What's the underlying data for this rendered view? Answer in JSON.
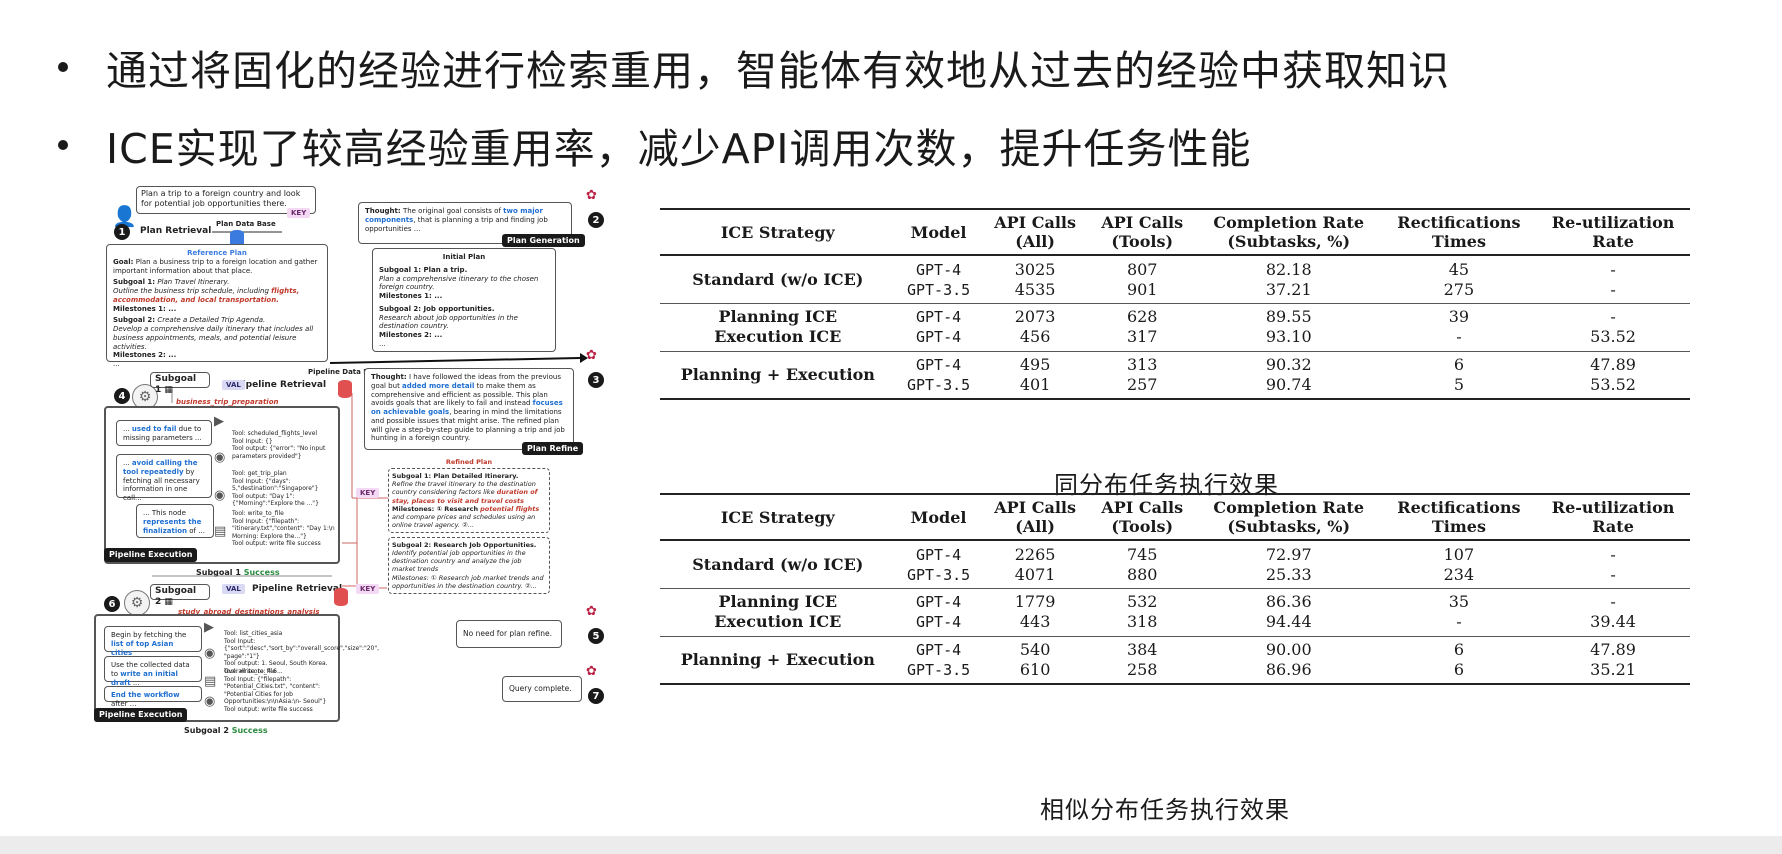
{
  "bullets": [
    "通过将固化的经验进行检索重用，智能体有效地从过去的经验中获取知识",
    "ICE实现了较高经验重用率，减少API调用次数，提升任务性能"
  ],
  "figure": {
    "query": "Plan a trip to a foreign country and look for potential job opportunities there.",
    "key": "KEY",
    "val": "VAL",
    "plan_data_base": "Plan Data Base",
    "plan_retrieval": "Plan Retrieval",
    "reference_plan_title": "Reference Plan",
    "ref_goal_label": "Goal:",
    "ref_goal": "Plan a business trip to a foreign location and gather important information about that place.",
    "ref_sub1_label": "Subgoal 1:",
    "ref_sub1_title": "Plan Travel Itinerary.",
    "ref_sub1_text": "Outline the business trip schedule, including",
    "ref_sub1_red": "flights, accommodation, and local transportation.",
    "ref_milestones1": "Milestones 1: ...",
    "ref_sub2_label": "Subgoal 2:",
    "ref_sub2_title": "Create a Detailed Trip Agenda.",
    "ref_sub2_text": "Develop a comprehensive daily itinerary that includes all business appointments, meals, and potential leisure activities.",
    "ref_milestones2": "Milestones 2: ...",
    "ellipsis": "...",
    "thought1_label": "Thought:",
    "thought1_a": "The original goal consists of",
    "thought1_blue": "two major components",
    "thought1_b": ", that is planning a trip and finding job opportunities ...",
    "plan_generation": "Plan Generation",
    "initial_plan_title": "Initial Plan",
    "init_sub1": "Subgoal 1: Plan a trip.",
    "init_sub1_text": "Plan a comprehensive itinerary to the chosen foreign country.",
    "init_milestones1": "Milestones 1: ...",
    "init_sub2": "Subgoal 2: Job opportunities.",
    "init_sub2_text": "Research about job opportunities in the destination country.",
    "init_milestones2": "Milestones 2: ...",
    "pipeline_data_base": "Pipeline Data Base",
    "pipeline_retrieval": "Pipeline Retrieval",
    "thought2_label": "Thought:",
    "thought2_a": "I have followed the ideas from the previous goal but",
    "thought2_blue1": "added more detail",
    "thought2_b": "to make them as comprehensive and efficient as possible. This plan avoids goals that are likely to fail and instead",
    "thought2_blue2": "focuses on achievable goals",
    "thought2_c": ", bearing in mind the limitations and possible issues that might arise. The refined plan will give a step-by-step guide to planning a trip and job hunting in a foreign country.",
    "plan_refine": "Plan Refine",
    "refined_plan_title": "Refined Plan",
    "ref2_sub1": "Subgoal 1: Plan Detailed Itinerary.",
    "ref2_sub1_text": "Refine the travel itinerary to the destination country considering factors like",
    "ref2_sub1_red": "duration of stay, places to visit and travel costs",
    "ref2_milestones1": "Milestones: ① Research",
    "ref2_milestones1_red": "potential flights",
    "ref2_milestones1_b": "and compare prices and schedules using an online travel agency. ②...",
    "ref2_sub2": "Subgoal 2: Research Job Opportunities.",
    "ref2_sub2_text": "Identify potential job opportunities in the destination country and analyze the job market trends",
    "ref2_milestones2": "Milestones: ① Research job market trends and opportunities in the destination country. ②...",
    "subgoal1": "Subgoal 1",
    "subgoal1_name": "business_trip_preparation",
    "bubble1a_blue": "used to fail",
    "bubble1a_b": "due to missing parameters ...",
    "bubble1b_blue": "avoid calling the tool repeatedly",
    "bubble1b_b": "by fetching all necessary information in one call...",
    "bubble1c_a": "... This node",
    "bubble1c_blue": "represents the finalization",
    "bubble1c_b": "of ...",
    "tool1": "Tool: scheduled_flights_level\nTool Input: {}\nTool output: {\"error\": \"No input parameters provided\"}",
    "tool2": "Tool: get_trip_plan\nTool Input: {\"days\": 5,\"destination\":\"Singapore\"}\nTool output: \"Day 1\": {\"Morning\":\"Explore the ...\"}",
    "tool3": "Tool: write_to_file\nTool Input: {\"filepath\": \"itinerary.txt\",\"content\": \"Day 1:\\n Morning: Explore the...\"}\nTool output: write file success",
    "pipeline_execution": "Pipeline Execution",
    "subgoal1_success_a": "Subgoal 1",
    "subgoal1_success_b": "Success",
    "subgoal2": "Subgoal 2",
    "subgoal2_name": "study_abroad_destinations_analysis",
    "bubble2a_a": "Begin by fetching the",
    "bubble2a_blue": "list of top Asian cities",
    "bubble2b_a": "Use the collected data to",
    "bubble2b_blue": "write an initial draft",
    "bubble2b_b": "...",
    "bubble2c_blue": "End the workflow",
    "bubble2c_b": "after ...",
    "tool4": "Tool: list_cities_asia\nTool Input: {\"sort\":\"desc\",\"sort_by\":\"overall_score\",\"size\":\"20\", \"page\":\"1\"}\nTool output: 1. Seoul, South Korea. Overall score: 4.6...",
    "tool5": "Tool: write_to_file\nTool Input: {\"filepath\": \"Potential_Cities.txt\", \"content\": \"Potential Cities for Job Opportunities:\\n\\nAsia:\\n- Seoul\"}\nTool output: write file success",
    "pipeline_execution2": "Pipeline Execution",
    "subgoal2_success_a": "Subgoal 2",
    "subgoal2_success_b": "Success",
    "no_refine": "No need for plan refine.",
    "query_complete": "Query complete.",
    "steps": [
      "1",
      "2",
      "3",
      "4",
      "5",
      "6",
      "7"
    ]
  },
  "table_headers": {
    "strategy": "ICE Strategy",
    "model": "Model",
    "api_all_1": "API Calls",
    "api_all_2": "(All)",
    "api_tools_1": "API Calls",
    "api_tools_2": "(Tools)",
    "completion_1": "Completion Rate",
    "completion_2": "(Subtasks, %)",
    "rect_1": "Rectifications",
    "rect_2": "Times",
    "reutil_1": "Re-utilization",
    "reutil_2": "Rate"
  },
  "table1": {
    "standard": {
      "label": "Standard (w/o ICE)",
      "rows": [
        {
          "model": "GPT-4",
          "api_all": "3025",
          "api_tools": "807",
          "completion": "82.18",
          "rect": "45",
          "reutil": "-"
        },
        {
          "model": "GPT-3.5",
          "api_all": "4535",
          "api_tools": "901",
          "completion": "37.21",
          "rect": "275",
          "reutil": "-"
        }
      ]
    },
    "planning_label": "Planning ICE",
    "execution_label": "Execution ICE",
    "planning": {
      "model": "GPT-4",
      "api_all": "2073",
      "api_tools": "628",
      "completion": "89.55",
      "rect": "39",
      "reutil": "-"
    },
    "execution": {
      "model": "GPT-4",
      "api_all": "456",
      "api_tools": "317",
      "completion": "93.10",
      "rect": "-",
      "reutil": "53.52"
    },
    "both": {
      "label": "Planning + Execution",
      "rows": [
        {
          "model": "GPT-4",
          "api_all": "495",
          "api_tools": "313",
          "completion": "90.32",
          "rect": "6",
          "reutil": "47.89"
        },
        {
          "model": "GPT-3.5",
          "api_all": "401",
          "api_tools": "257",
          "completion": "90.74",
          "rect": "5",
          "reutil": "53.52"
        }
      ]
    },
    "caption": "同分布任务执行效果"
  },
  "table2": {
    "standard": {
      "label": "Standard (w/o ICE)",
      "rows": [
        {
          "model": "GPT-4",
          "api_all": "2265",
          "api_tools": "745",
          "completion": "72.97",
          "rect": "107",
          "reutil": "-"
        },
        {
          "model": "GPT-3.5",
          "api_all": "4071",
          "api_tools": "880",
          "completion": "25.33",
          "rect": "234",
          "reutil": "-"
        }
      ]
    },
    "planning_label": "Planning ICE",
    "execution_label": "Execution ICE",
    "planning": {
      "model": "GPT-4",
      "api_all": "1779",
      "api_tools": "532",
      "completion": "86.36",
      "rect": "35",
      "reutil": "-"
    },
    "execution": {
      "model": "GPT-4",
      "api_all": "443",
      "api_tools": "318",
      "completion": "94.44",
      "rect": "-",
      "reutil": "39.44"
    },
    "both": {
      "label": "Planning + Execution",
      "rows": [
        {
          "model": "GPT-4",
          "api_all": "540",
          "api_tools": "384",
          "completion": "90.00",
          "rect": "6",
          "reutil": "47.89"
        },
        {
          "model": "GPT-3.5",
          "api_all": "610",
          "api_tools": "258",
          "completion": "86.96",
          "rect": "6",
          "reutil": "35.21"
        }
      ]
    },
    "caption": "相似分布任务执行效果"
  }
}
